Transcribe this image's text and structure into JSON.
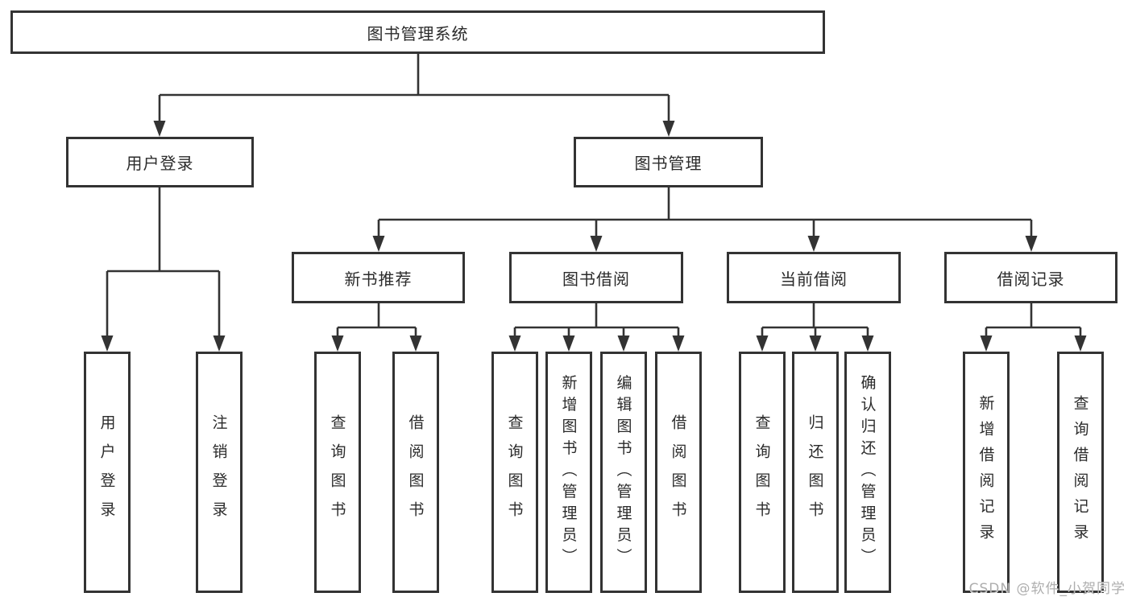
{
  "tree": {
    "label": "图书管理系统",
    "children": [
      {
        "label": "用户登录",
        "children": [
          "用户登录",
          "注销登录"
        ]
      },
      {
        "label": "图书管理",
        "children": [
          {
            "label": "新书推荐",
            "children": [
              "查询图书",
              "借阅图书"
            ]
          },
          {
            "label": "图书借阅",
            "children": [
              "查询图书",
              "新增图书（管理员）",
              "编辑图书（管理员）",
              "借阅图书"
            ]
          },
          {
            "label": "当前借阅",
            "children": [
              "查询图书",
              "归还图书",
              "确认归还（管理员）"
            ]
          },
          {
            "label": "借阅记录",
            "children": [
              "新增借阅记录",
              "查询借阅记录"
            ]
          }
        ]
      }
    ]
  },
  "watermark": {
    "text": "CSDN @软件_小贺同学"
  },
  "colors": {
    "line": "#333333",
    "box_border": "#333333",
    "text": "#2b2b2b",
    "watermark": "#aeaeae",
    "background": "#ffffff"
  }
}
